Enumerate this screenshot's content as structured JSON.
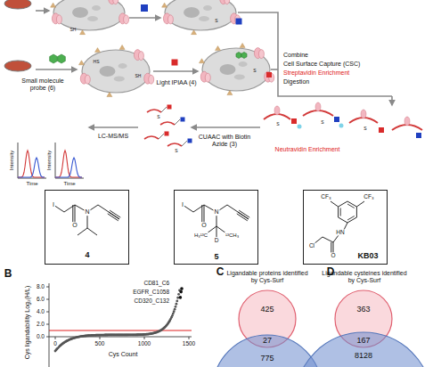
{
  "diagram": {
    "nodes": [
      {
        "text": [
          "4"
        ]
      },
      {
        "text": [
          "5"
        ]
      },
      {
        "text": [
          "KB03"
        ]
      },
      {
        "text": [
          "425"
        ]
      },
      {
        "text": [
          "775"
        ]
      },
      {
        "text": [
          "363"
        ]
      },
      {
        "text": [
          "8128"
        ]
      }
    ],
    "labels": [
      "Small molecule probe (6)",
      "Light IPIAA (4)",
      "Combine",
      "Cell Surface Capture (CSC)",
      "Streptavidin Enrichment",
      "Digestion",
      "CUAAC with Biotin Azide (3)",
      "Neutravidin Enrichment",
      "LC-MS/MS",
      "Intensity",
      "Time",
      "Intensity",
      "Time",
      "I",
      "O",
      "N",
      "I",
      "O",
      "N",
      "H₃¹³C",
      "D",
      "¹³CH₃",
      "CF₃",
      "CF₃",
      "HN",
      "O",
      "Cl",
      "B",
      "8.0",
      "6.0",
      "4.0",
      "2.0",
      "0.0",
      "0",
      "500",
      "1000",
      "1500",
      "Cys Count",
      "Cys ligandability Log₂(H/L)",
      "CD81_C6",
      "EGFR_C1058",
      "CD320_C132",
      "C",
      "Ligandable proteins identified by Cys-Surf",
      "27",
      "D",
      "Ligandable cysteines identified by Cys-Surf",
      "167",
      "SH",
      "S",
      "HS",
      "SH",
      "S",
      "S",
      "S",
      "S",
      "S",
      "S"
    ]
  }
}
